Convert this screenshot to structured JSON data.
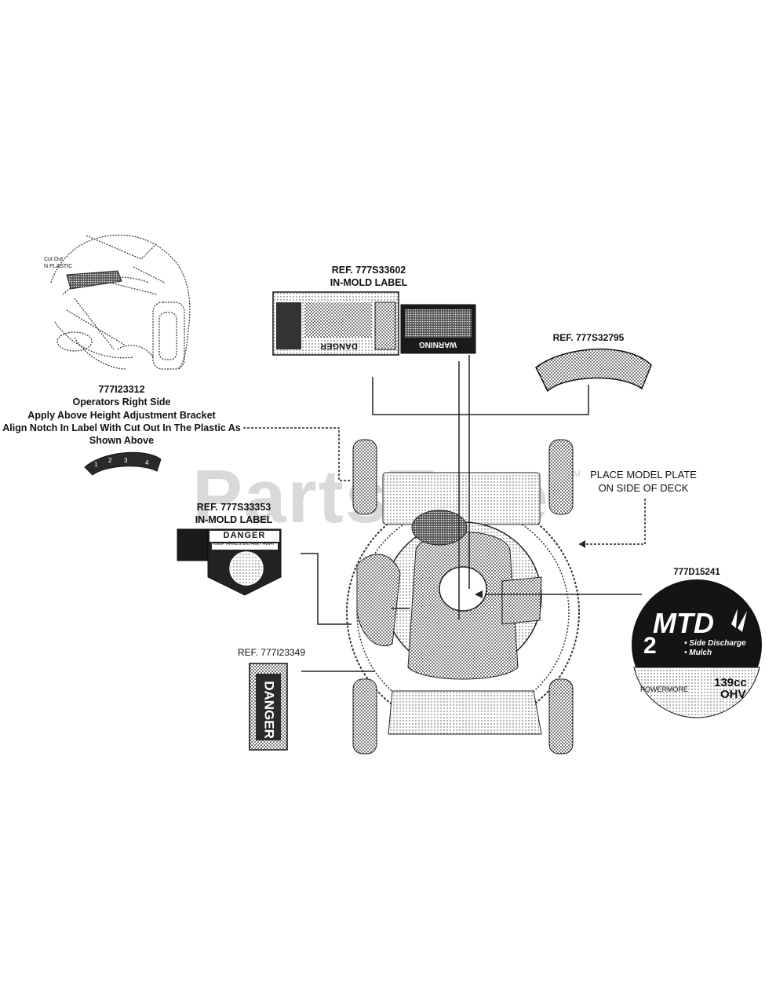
{
  "watermark": {
    "text": "PartsTree",
    "trademark": "TM"
  },
  "colors": {
    "ink": "#111111",
    "watermark": "#d9d9d9",
    "label_dark": "#141414"
  },
  "inset_callout": {
    "cut_out_line1": "Cut Out",
    "cut_out_line2": "N PLASTIC",
    "part_number": "777I23312",
    "line1": "Operators Right Side",
    "line2": "Apply Above Height Adjustment Bracket",
    "line3": "Align Notch In Label With Cut Out In The Plastic As",
    "line4": "Shown Above",
    "strip_marks": [
      "1",
      "2",
      "3",
      "4"
    ]
  },
  "label_33602": {
    "ref": "REF. 777S33602",
    "sub": "IN-MOLD LABEL",
    "danger_word": "DANGER",
    "warning_word": "WARNING"
  },
  "label_32795": {
    "ref": "REF. 777S32795"
  },
  "model_plate": {
    "line1": "PLACE MODEL PLATE",
    "line2": "ON SIDE OF DECK"
  },
  "label_33353": {
    "ref": "REF. 777S33353",
    "sub": "IN-MOLD LABEL",
    "danger_word": "DANGER",
    "keep_text": "KEEP HANDS and FEET AWAY"
  },
  "label_15241": {
    "part_number": "777D15241",
    "brand": "MTD",
    "big_number": "2",
    "option1": "• Side Discharge",
    "option2": "• Mulch",
    "engine_brand": "POWERMORE",
    "engine_size": "139cc",
    "engine_type": "OHV"
  },
  "label_23349": {
    "ref": "REF. 777I23349",
    "word": "DANGER"
  }
}
